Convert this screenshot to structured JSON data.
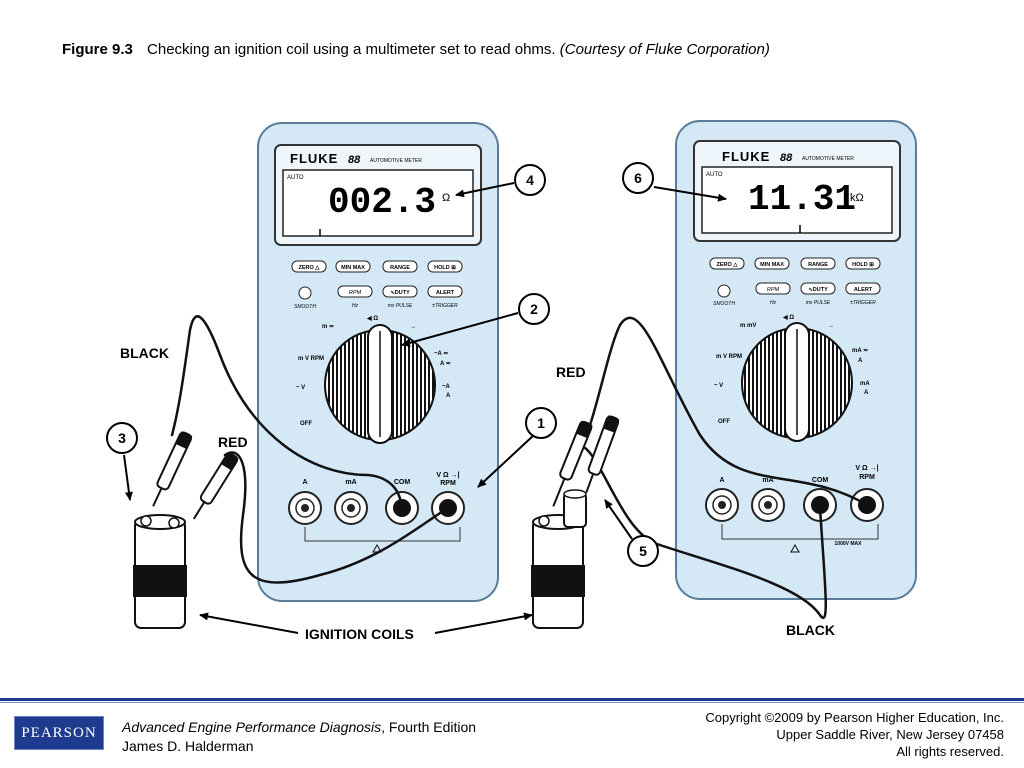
{
  "caption": {
    "figure_number": "Figure 9.3",
    "text": "Checking an ignition coil using a multimeter set to read ohms.",
    "courtesy": "(Courtesy of Fluke Corporation)"
  },
  "meters": [
    {
      "brand": "FLUKE",
      "model": "88",
      "subtitle": "AUTOMOTIVE METER",
      "auto": "AUTO",
      "reading": "002.3",
      "unit": "Ω",
      "buttons_row1": [
        "ZERO △",
        "MIN MAX",
        "RANGE",
        "HOLD ⊞"
      ],
      "buttons_row2": [
        "RPM",
        "∿DUTY",
        "ALERT"
      ],
      "sub_labels": [
        "SMOOTH",
        "Hz",
        "ms PULSE",
        "±TRIGGER"
      ],
      "dial_labels": [
        "m ≂",
        "◀ Ω",
        "→",
        "m V RPM",
        "~A ≂",
        "A ≂",
        "~ V",
        "~A",
        "A",
        "OFF"
      ],
      "jacks": [
        "A",
        "mA",
        "COM",
        "V Ω →|",
        "RPM"
      ]
    },
    {
      "brand": "FLUKE",
      "model": "88",
      "subtitle": "AUTOMOTIVE METER",
      "auto": "AUTO",
      "reading": "11.31",
      "unit": "kΩ",
      "buttons_row1": [
        "ZERO △",
        "MIN MAX",
        "RANGE",
        "HOLD ⊞"
      ],
      "buttons_row2": [
        "RPM",
        "∿DUTY",
        "ALERT"
      ],
      "sub_labels": [
        "SMOOTH",
        "Hz",
        "ms PULSE",
        "±TRIGGER"
      ],
      "dial_labels": [
        "m mV",
        "◀ Ω",
        "→",
        "m V RPM",
        "mA ≂",
        "A",
        "~ V",
        "mA",
        "A",
        "OFF"
      ],
      "jacks": [
        "A",
        "mA",
        "COM",
        "V Ω →|",
        "RPM"
      ],
      "max_note": "1000V MAX"
    }
  ],
  "labels": {
    "black_left": "BLACK",
    "red_left": "RED",
    "red_right": "RED",
    "black_right": "BLACK",
    "ignition_coils": "IGNITION COILS"
  },
  "callouts": [
    "1",
    "2",
    "3",
    "4",
    "5",
    "6"
  ],
  "colors": {
    "meter_body": "#d4e8f6",
    "footer_blue": "#1f3b8f"
  },
  "footer": {
    "logo": "PEARSON",
    "book_title": "Advanced Engine Performance Diagnosis",
    "edition": ", Fourth Edition",
    "author": "James D. Halderman",
    "copyright": "Copyright ©2009 by Pearson Higher Education, Inc.",
    "address": "Upper Saddle River, New Jersey 07458",
    "rights": "All rights reserved."
  }
}
